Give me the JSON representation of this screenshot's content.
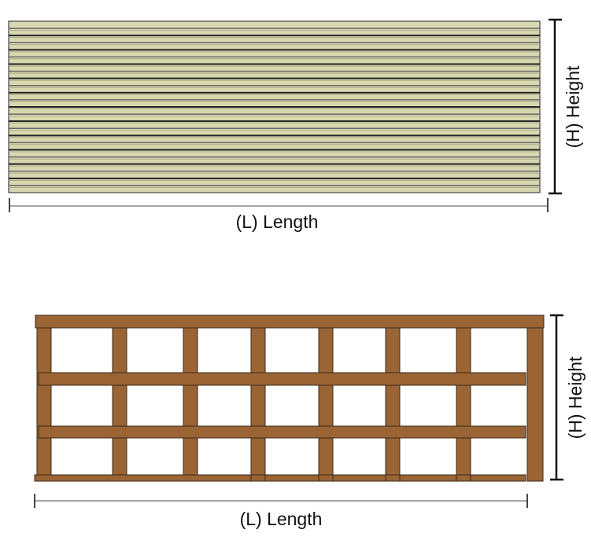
{
  "top_panel": {
    "length_label": "(L) Length",
    "height_label": "(H) Height",
    "board_color": "#d8d8b0",
    "board_count": 24
  },
  "trellis_panel": {
    "length_label": "(L) Length",
    "height_label": "(H) Height",
    "wood_color": "#9a6434"
  }
}
